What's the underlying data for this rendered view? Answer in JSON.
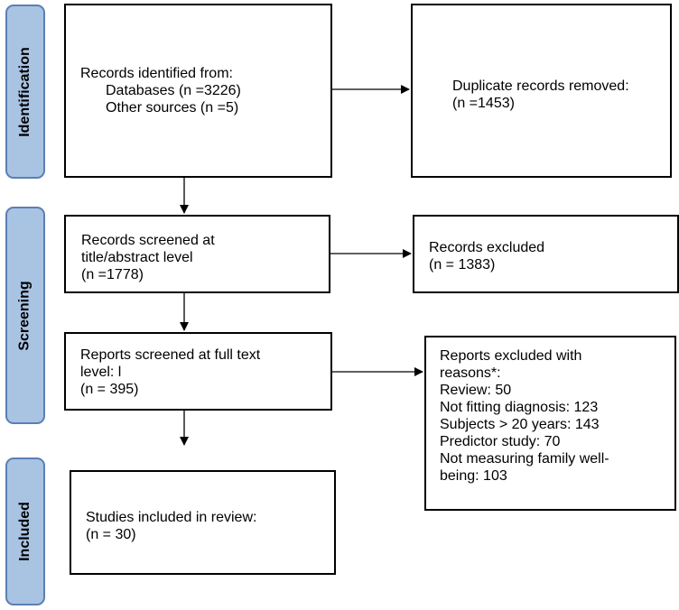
{
  "phases": {
    "identification": "Identification",
    "screening": "Screening",
    "included": "Included"
  },
  "boxes": {
    "records_identified": {
      "title": "Records identified from:",
      "databases": "Databases (n =3226)",
      "other_sources": "Other sources (n =5)"
    },
    "duplicates_removed": {
      "line1": "Duplicate records removed:",
      "line2": "(n =1453)"
    },
    "records_screened": {
      "line1": "Records screened at",
      "line2": "title/abstract level",
      "line3": "(n =1778)"
    },
    "records_excluded": {
      "line1": "Records excluded",
      "line2": "(n = 1383)"
    },
    "reports_screened": {
      "line1": "Reports screened at full text",
      "line2": "level: l",
      "line3": "(n = 395)"
    },
    "reports_excluded": {
      "line1": "Reports excluded with",
      "line2": "reasons*:",
      "line3": "Review: 50",
      "line4": "Not fitting diagnosis: 123",
      "line5": "Subjects > 20 years: 143",
      "line6": "Predictor study: 70",
      "line7": "Not measuring family well-",
      "line8": "being: 103"
    },
    "studies_included": {
      "line1": "Studies included in review:",
      "line2": "(n = 30)"
    }
  }
}
